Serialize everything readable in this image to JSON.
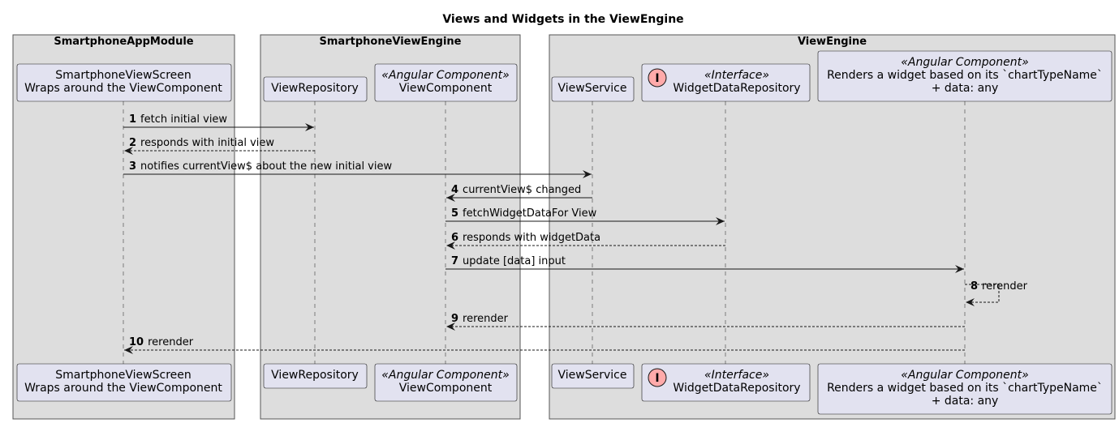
{
  "title": "Views and Widgets in the ViewEngine",
  "boxes": [
    {
      "id": "b1",
      "title": "SmartphoneAppModule"
    },
    {
      "id": "b2",
      "title": "SmartphoneViewEngine"
    },
    {
      "id": "b3",
      "title": "ViewEngine"
    }
  ],
  "participants": [
    {
      "id": "screen",
      "lines": [
        "SmartphoneViewScreen",
        "Wraps around the ViewComponent"
      ],
      "stereotype": "",
      "icon": ""
    },
    {
      "id": "repo",
      "lines": [
        "ViewRepository"
      ],
      "stereotype": "",
      "icon": ""
    },
    {
      "id": "comp",
      "lines": [
        "ViewComponent"
      ],
      "stereotype": "«Angular Component»",
      "icon": ""
    },
    {
      "id": "service",
      "lines": [
        "ViewService"
      ],
      "stereotype": "",
      "icon": ""
    },
    {
      "id": "wdr",
      "lines": [
        "WidgetDataRepository"
      ],
      "stereotype": "«Interface»",
      "icon": "I"
    },
    {
      "id": "widget",
      "lines": [
        "Renders a widget based on its `chartTypeName`",
        "+ data: any"
      ],
      "stereotype": "«Angular Component»",
      "icon": ""
    }
  ],
  "messages": [
    {
      "num": "1",
      "text": "fetch initial view",
      "from": "screen",
      "to": "repo",
      "style": "solid"
    },
    {
      "num": "2",
      "text": "responds with initial view",
      "from": "repo",
      "to": "screen",
      "style": "dashed"
    },
    {
      "num": "3",
      "text": "notifies currentView$ about the new initial view",
      "from": "screen",
      "to": "service",
      "style": "solid"
    },
    {
      "num": "4",
      "text": "currentView$ changed",
      "from": "service",
      "to": "comp",
      "style": "solid"
    },
    {
      "num": "5",
      "text": "fetchWidgetDataFor View",
      "from": "comp",
      "to": "wdr",
      "style": "solid"
    },
    {
      "num": "6",
      "text": "responds with widgetData",
      "from": "wdr",
      "to": "comp",
      "style": "dashed"
    },
    {
      "num": "7",
      "text": "update [data] input",
      "from": "comp",
      "to": "widget",
      "style": "solid"
    },
    {
      "num": "8",
      "text": "rerender",
      "from": "widget",
      "to": "widget",
      "style": "dashed"
    },
    {
      "num": "9",
      "text": "rerender",
      "from": "widget",
      "to": "comp",
      "style": "dashed"
    },
    {
      "num": "10",
      "text": "rerender",
      "from": "widget",
      "to": "screen",
      "style": "dashed"
    }
  ],
  "colors": {
    "box_fill": "#dddddd",
    "box_stroke": "#555555",
    "participant_fill": "#e2e2f0",
    "participant_stroke": "#181818",
    "interface_icon_fill": "#ffaaaa",
    "line": "#181818"
  }
}
